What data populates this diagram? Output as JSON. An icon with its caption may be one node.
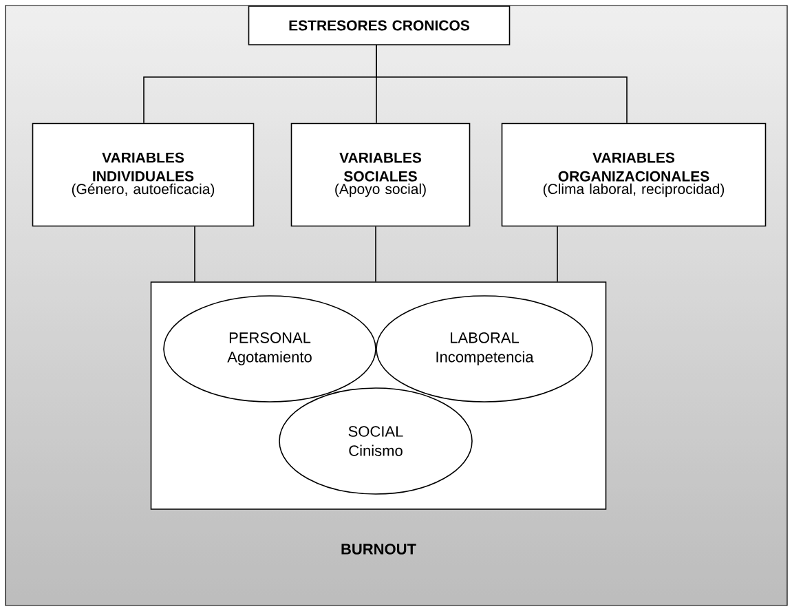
{
  "diagram": {
    "nodes": [
      {
        "text": [
          "ESTRESORES CRONICOS"
        ]
      },
      {
        "text": [
          "VARIABLES INDIVIDUALES",
          "(Género, autoeficacia)"
        ]
      },
      {
        "text": [
          "VARIABLES SOCIALES",
          "(Apoyo social)"
        ]
      },
      {
        "text": [
          "VARIABLES ORGANIZACIONALES",
          "(Clima laboral, reciprocidad)"
        ]
      },
      {
        "text": [
          "BURNOUT"
        ]
      },
      {
        "text": [
          "PERSONAL Agotamiento"
        ],
        "in": 4
      },
      {
        "text": [
          "LABORAL Incompetencia"
        ],
        "in": 4
      },
      {
        "text": [
          "SOCIAL Cinismo"
        ],
        "in": 4
      }
    ],
    "edges": [
      {
        "from": 0,
        "to": 1,
        "arrow": "none"
      },
      {
        "from": 0,
        "to": 2,
        "arrow": "none"
      },
      {
        "from": 0,
        "to": 3,
        "arrow": "none"
      },
      {
        "from": 1,
        "to": 4,
        "arrow": "none"
      },
      {
        "from": 2,
        "to": 4,
        "arrow": "none"
      },
      {
        "from": 3,
        "to": 4,
        "arrow": "none"
      }
    ]
  }
}
